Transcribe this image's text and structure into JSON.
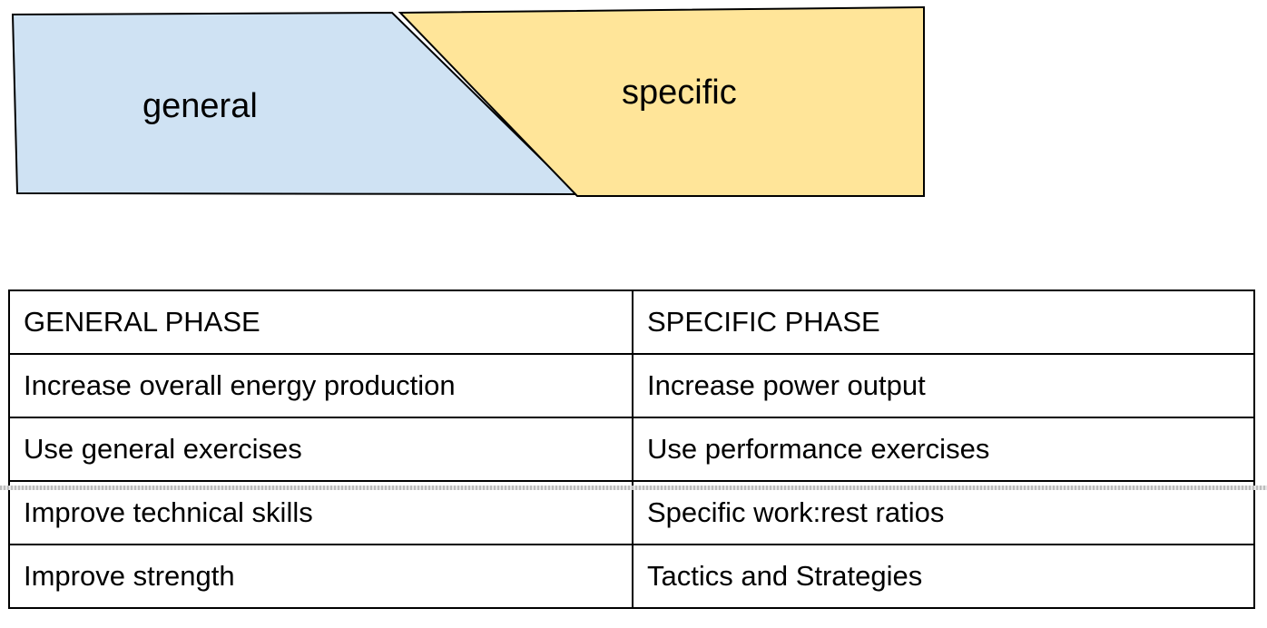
{
  "diagram": {
    "general_label": "general",
    "specific_label": "specific",
    "general_fill": "#cfe2f3",
    "specific_fill": "#ffe599",
    "outline_color": "#000000"
  },
  "table": {
    "rows": [
      [
        "GENERAL PHASE",
        "SPECIFIC PHASE"
      ],
      [
        "Increase overall energy production",
        "Increase power output"
      ],
      [
        "Use general exercises",
        "Use performance exercises"
      ],
      [
        "Improve technical skills",
        "Specific work:rest ratios"
      ],
      [
        "Improve strength",
        "Tactics and Strategies"
      ]
    ]
  }
}
